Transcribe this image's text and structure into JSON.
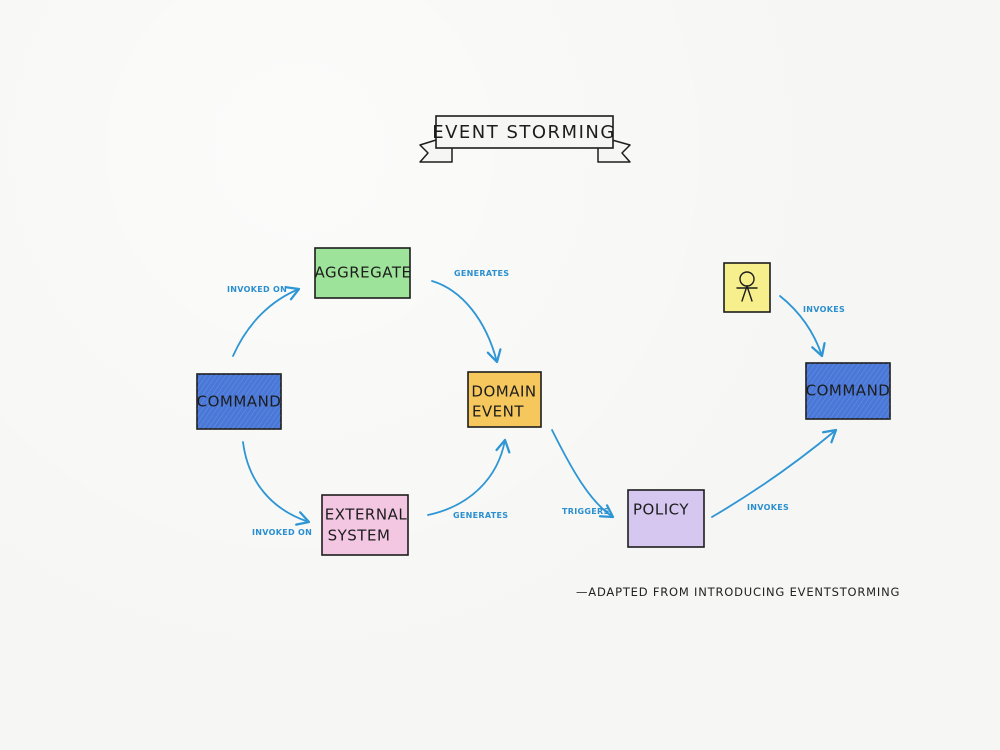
{
  "title": "EVENT STORMING",
  "nodes": {
    "aggregate": {
      "line1": "AGGREGATE",
      "line2": "",
      "color": "#9ee39a"
    },
    "command_left": {
      "line1": "COMMAND",
      "line2": "",
      "color": "#4a78d8"
    },
    "domain_event": {
      "line1": "DOMAIN",
      "line2": "EVENT",
      "color": "#f5c75c"
    },
    "external_system": {
      "line1": "EXTERNAL",
      "line2": "SYSTEM",
      "color": "#f3c6e2"
    },
    "policy": {
      "line1": "POLICY",
      "line2": "",
      "color": "#d6c7f0"
    },
    "command_right": {
      "line1": "COMMAND",
      "line2": "",
      "color": "#4a78d8"
    },
    "user": {
      "icon": "person-icon",
      "color": "#f7ee8c"
    }
  },
  "edges": {
    "command_to_aggregate": "INVOKED ON",
    "aggregate_to_event": "GENERATES",
    "command_to_external": "INVOKED ON",
    "external_to_event": "GENERATES",
    "event_to_policy": "TRIGGERS",
    "policy_to_command": "INVOKES",
    "user_to_command": "INVOKES"
  },
  "credit": "—ADAPTED FROM INTRODUCING EVENTSTORMING",
  "colors": {
    "arrow": "#2e96d4",
    "edge_label": "#2b8fcf",
    "outline": "#1d1d1d",
    "background": "#f6f6f4"
  }
}
